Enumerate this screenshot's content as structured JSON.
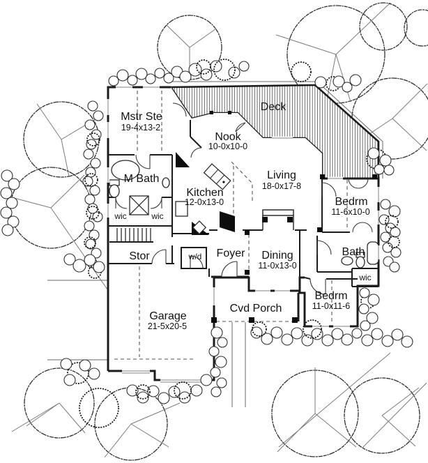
{
  "drawing_title": "single-story house floor plan",
  "colors": {
    "wall": "#1c1c1c",
    "thin_line": "#6a6a6a",
    "deck_hatch": "#4a4a4a",
    "text": "#111111",
    "background": "#ffffff"
  },
  "rooms": [
    {
      "name": "Mstr Ste",
      "dims": "19-4x13-2"
    },
    {
      "name": "Nook",
      "dims": "10-0x10-0"
    },
    {
      "name": "Deck",
      "dims": ""
    },
    {
      "name": "M Bath",
      "dims": ""
    },
    {
      "name": "Kitchen",
      "dims": "12-0x13-0"
    },
    {
      "name": "Living",
      "dims": "18-0x17-8"
    },
    {
      "name": "Bedrm",
      "dims": "11-6x10-0"
    },
    {
      "name": "Stor",
      "dims": ""
    },
    {
      "name": "Foyer",
      "dims": ""
    },
    {
      "name": "Dining",
      "dims": "11-0x13-0"
    },
    {
      "name": "Bath",
      "dims": ""
    },
    {
      "name": "Bedrm",
      "dims": "11-0x11-6"
    },
    {
      "name": "Garage",
      "dims": "21-5x20-5"
    },
    {
      "name": "Cvd Porch",
      "dims": ""
    }
  ],
  "closets": [
    {
      "label": "wic"
    },
    {
      "label": "wic"
    },
    {
      "label": "wic"
    }
  ],
  "laundry": {
    "label": "w/d"
  }
}
